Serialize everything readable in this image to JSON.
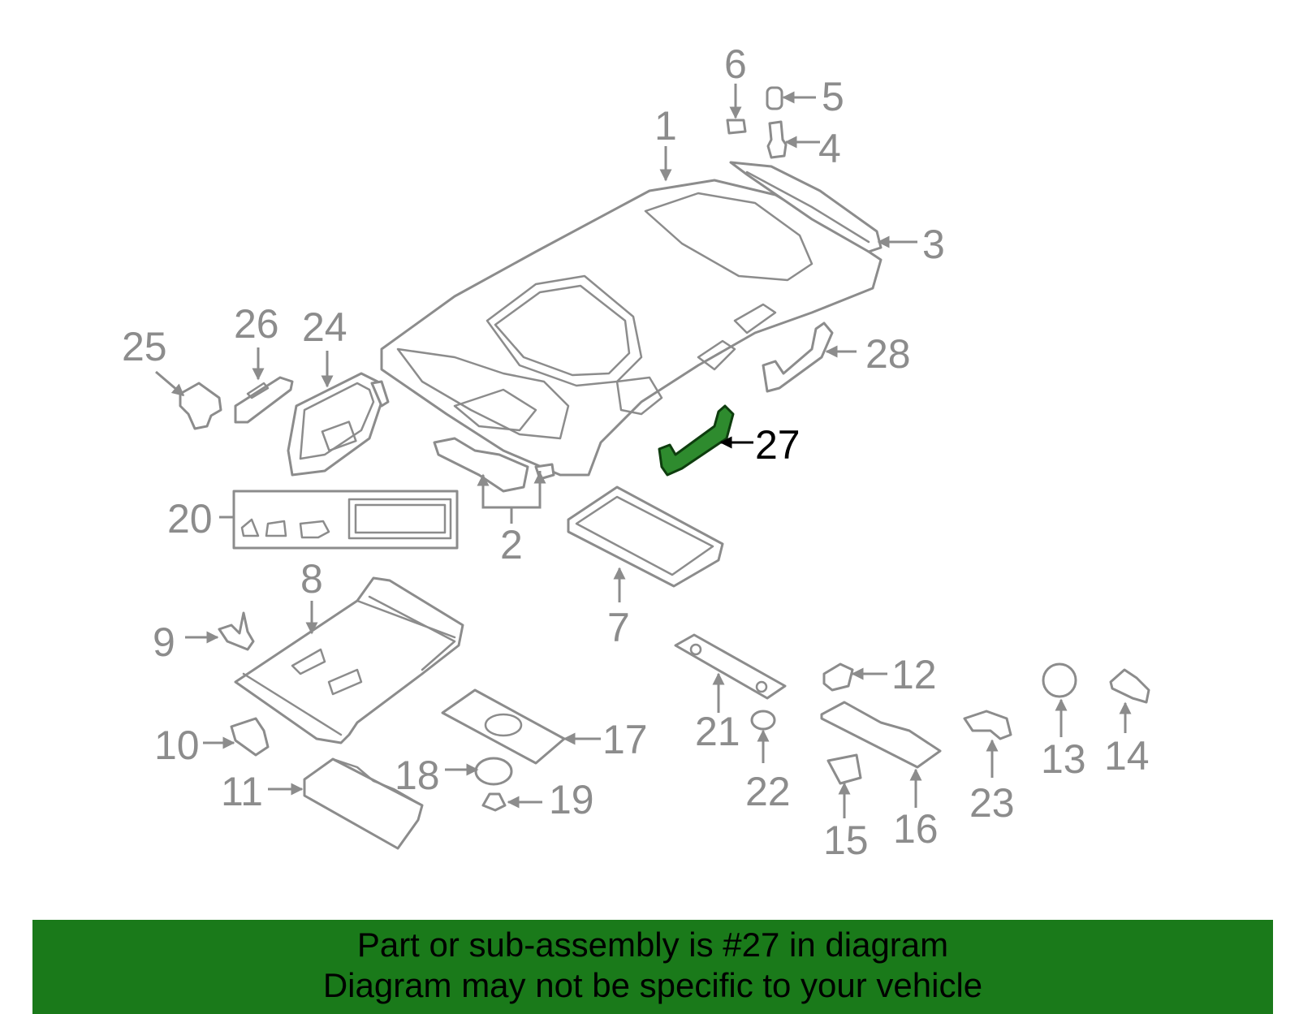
{
  "diagram": {
    "callouts": [
      "1",
      "2",
      "3",
      "4",
      "5",
      "6",
      "7",
      "8",
      "9",
      "10",
      "11",
      "12",
      "13",
      "14",
      "15",
      "16",
      "17",
      "18",
      "19",
      "20",
      "21",
      "22",
      "23",
      "24",
      "25",
      "26",
      "27",
      "28"
    ],
    "highlighted_part": "27",
    "highlight_color": "#2e8b2e"
  },
  "banner": {
    "line1": "Part or sub-assembly is #27 in diagram",
    "line2": "Diagram may not be specific to your vehicle",
    "background": "#1a7a1a"
  }
}
